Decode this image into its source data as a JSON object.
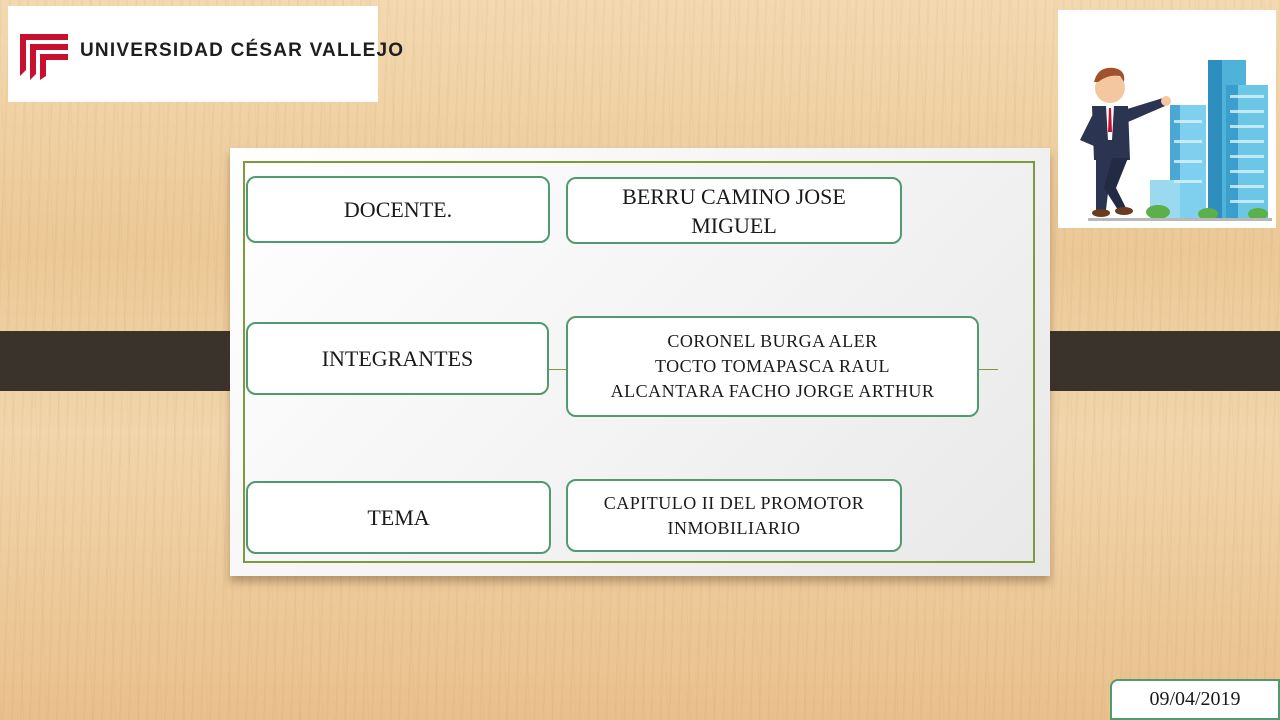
{
  "header": {
    "logo_text": "UNIVERSIDAD CÉSAR VALLEJO",
    "logo_icon": "ucv-shield-icon",
    "illustration_icon": "businessman-buildings-illustration"
  },
  "colors": {
    "logo_red": "#c8102e",
    "node_border": "#4f9a6f",
    "frame_border": "#7f9a3a",
    "band": "#3a332c"
  },
  "rows": [
    {
      "label": "DOCENTE.",
      "value_lines": [
        "BERRU CAMINO JOSE",
        "MIGUEL"
      ]
    },
    {
      "label": "INTEGRANTES",
      "value_lines": [
        "CORONEL BURGA ALER",
        "TOCTO TOMAPASCA RAUL",
        "ALCANTARA FACHO JORGE ARTHUR"
      ]
    },
    {
      "label": "TEMA",
      "value_lines": [
        "CAPITULO II DEL PROMOTOR",
        "INMOBILIARIO"
      ]
    }
  ],
  "footer": {
    "date": "09/04/2019"
  }
}
